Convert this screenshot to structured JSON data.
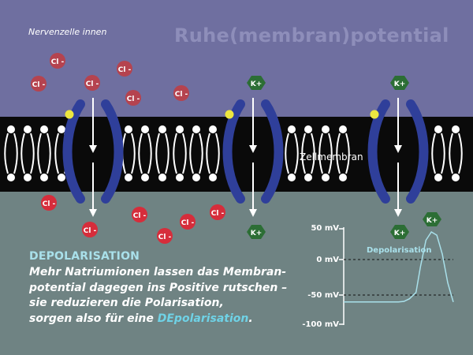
{
  "labels": {
    "inside": "Nervenzelle innen",
    "title": "Ruhe(membran)potential",
    "membrane": "Zellmembran"
  },
  "ions": {
    "chloride": "Cl",
    "chloride_charge": "-",
    "potassium": "K",
    "potassium_charge": "+"
  },
  "info": {
    "heading": "DEPOLARISATION",
    "line1": "Mehr Natriumionen lassen das Membran-",
    "line2": "potential dagegen ins Positive rutschen –",
    "line3": "sie reduzieren die Polarisation,",
    "line4_prefix": "sorgen also für eine ",
    "line4_highlight": "DEpolarisation",
    "line4_suffix": "."
  },
  "chart_data": {
    "type": "line",
    "title": "",
    "xlabel": "",
    "ylabel": "",
    "ylim": [
      -100,
      50
    ],
    "yticks": [
      "50 mV",
      "0 mV",
      "-50 mV",
      "-100 mV"
    ],
    "reference_lines": [
      0,
      -50
    ],
    "series": [
      {
        "name": "Depolarisation",
        "x": [
          0,
          10,
          20,
          30,
          40,
          50,
          55,
          60,
          63,
          66,
          70,
          75,
          80,
          85,
          90,
          95,
          100
        ],
        "y": [
          -65,
          -65,
          -65,
          -65,
          -65,
          -65,
          -64,
          -60,
          -55,
          -50,
          -10,
          32,
          45,
          40,
          10,
          -35,
          -65
        ]
      }
    ]
  },
  "colors": {
    "inside_bg": "#6f6fa0",
    "outside_bg": "#6f8383",
    "channel": "#2f3f9a",
    "chloride_ion": "#d62d3b",
    "potassium_ion": "#2c6e35",
    "highlight": "#6fd2e6",
    "gate": "#ece640"
  }
}
